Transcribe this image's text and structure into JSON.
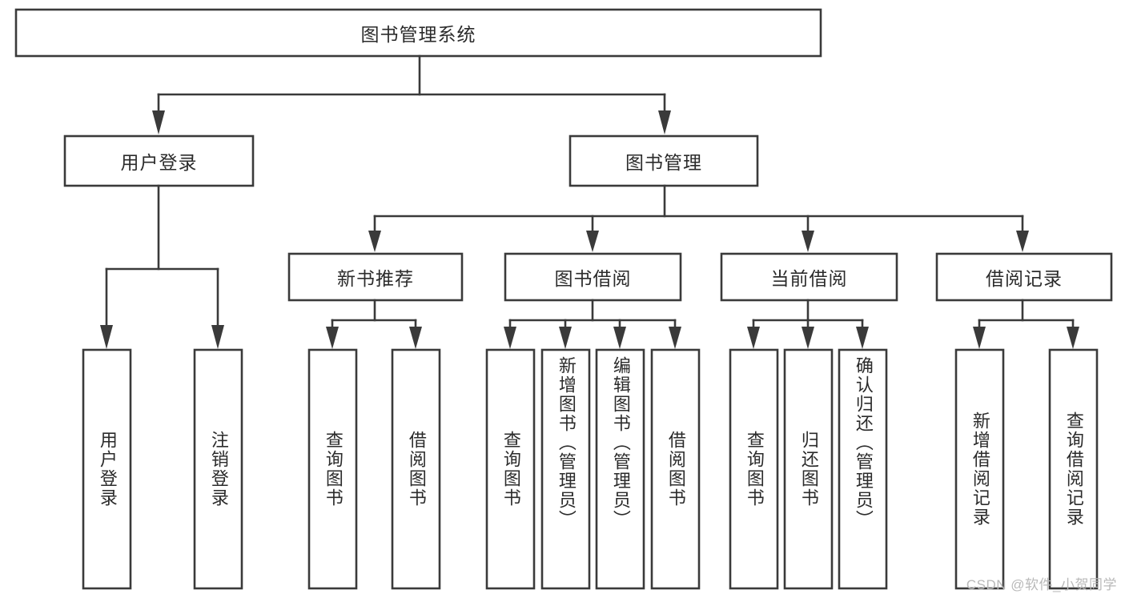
{
  "diagram": {
    "type": "tree-hierarchy",
    "title": "图书管理系统",
    "watermark": "CSDN @软件_小贺同学",
    "colors": {
      "stroke": "#3a3a3a",
      "box_fill": "#ffffff",
      "text": "#2b2b2b",
      "background": "#ffffff",
      "watermark": "#b9b9b9"
    },
    "nodes": {
      "root": {
        "label": "图书管理系统",
        "orientation": "horizontal"
      },
      "level2": [
        {
          "label": "用户登录",
          "orientation": "horizontal"
        },
        {
          "label": "图书管理",
          "orientation": "horizontal"
        }
      ],
      "level3": [
        {
          "label": "新书推荐",
          "orientation": "horizontal"
        },
        {
          "label": "图书借阅",
          "orientation": "horizontal"
        },
        {
          "label": "当前借阅",
          "orientation": "horizontal"
        },
        {
          "label": "借阅记录",
          "orientation": "horizontal"
        }
      ],
      "leaves": {
        "user_login": [
          {
            "label": "用户登录",
            "orientation": "vertical"
          },
          {
            "label": "注销登录",
            "orientation": "vertical"
          }
        ],
        "new_book_recommend": [
          {
            "label": "查询图书",
            "orientation": "vertical"
          },
          {
            "label": "借阅图书",
            "orientation": "vertical"
          }
        ],
        "book_borrow": [
          {
            "label": "查询图书",
            "orientation": "vertical"
          },
          {
            "label": "新增图书（管理员）",
            "orientation": "vertical"
          },
          {
            "label": "编辑图书（管理员）",
            "orientation": "vertical"
          },
          {
            "label": "借阅图书",
            "orientation": "vertical"
          }
        ],
        "current_borrow": [
          {
            "label": "查询图书",
            "orientation": "vertical"
          },
          {
            "label": "归还图书",
            "orientation": "vertical"
          },
          {
            "label": "确认归还（管理员）",
            "orientation": "vertical"
          }
        ],
        "borrow_record": [
          {
            "label": "新增借阅记录",
            "orientation": "vertical"
          },
          {
            "label": "查询借阅记录",
            "orientation": "vertical"
          }
        ]
      }
    }
  }
}
